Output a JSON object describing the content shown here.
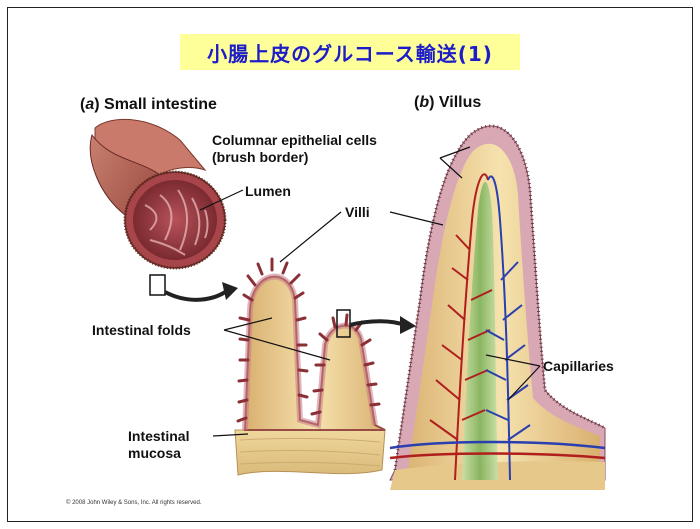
{
  "title": "小腸上皮のグルコース輸送(1)",
  "panels": {
    "a_letter": "a",
    "a_text": "Small intestine",
    "b_letter": "b",
    "b_text": "Villus"
  },
  "labels": {
    "columnar_line1": "Columnar epithelial cells",
    "columnar_line2": "(brush border)",
    "lumen": "Lumen",
    "villi": "Villi",
    "intestinal_folds": "Intestinal folds",
    "capillaries": "Capillaries",
    "mucosa_line1": "Intestinal",
    "mucosa_line2": "mucosa"
  },
  "copyright": "© 2008 John Wiley & Sons, Inc. All rights reserved.",
  "colors": {
    "title_bg": "#ffff99",
    "title_text": "#1c1cc8",
    "tissue_tan": "#e8c98a",
    "epithelium_pink": "#c98a9a",
    "vein_blue": "#2a3fb0",
    "artery_red": "#b01e1e",
    "lacteal_green": "#8dbf6e"
  }
}
